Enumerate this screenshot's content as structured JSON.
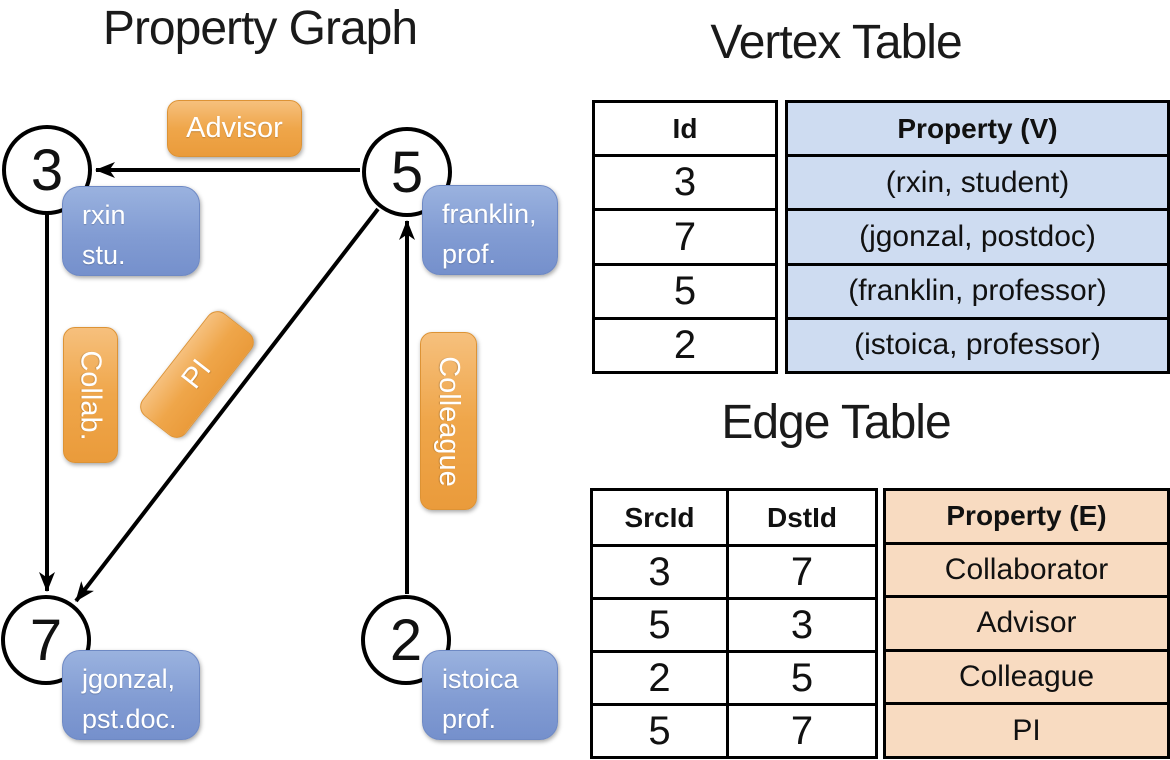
{
  "graph": {
    "title": "Property Graph",
    "nodes": [
      {
        "id": "3",
        "label_lines": [
          "rxin",
          "stu."
        ]
      },
      {
        "id": "5",
        "label_lines": [
          "franklin,",
          "prof."
        ]
      },
      {
        "id": "7",
        "label_lines": [
          "jgonzal,",
          "pst.doc."
        ]
      },
      {
        "id": "2",
        "label_lines": [
          "istoica",
          "prof."
        ]
      }
    ],
    "edges": [
      {
        "label": "Advisor",
        "from": "5",
        "to": "3"
      },
      {
        "label": "Collab.",
        "from": "3",
        "to": "7"
      },
      {
        "label": "PI",
        "from": "5",
        "to": "7"
      },
      {
        "label": "Colleague",
        "from": "2",
        "to": "5"
      }
    ]
  },
  "vertex_table": {
    "title": "Vertex Table",
    "columns": [
      "Id",
      "Property (V)"
    ],
    "rows": [
      [
        "3",
        "(rxin, student)"
      ],
      [
        "7",
        "(jgonzal, postdoc)"
      ],
      [
        "5",
        "(franklin, professor)"
      ],
      [
        "2",
        "(istoica, professor)"
      ]
    ]
  },
  "edge_table": {
    "title": "Edge Table",
    "columns": [
      "SrcId",
      "DstId",
      "Property (E)"
    ],
    "rows": [
      [
        "3",
        "7",
        "Collaborator"
      ],
      [
        "5",
        "3",
        "Advisor"
      ],
      [
        "2",
        "5",
        "Colleague"
      ],
      [
        "5",
        "7",
        "PI"
      ]
    ]
  },
  "colors": {
    "edge_label_orange_top": "#F6C07D",
    "edge_label_orange_bottom": "#EA9B3B",
    "vertex_label_blue_top": "#9AB2DF",
    "vertex_label_blue_bottom": "#7590CC",
    "vertex_table_fill": "#CEDCF1",
    "edge_table_fill": "#F8DBC1",
    "line_color": "#000000"
  }
}
